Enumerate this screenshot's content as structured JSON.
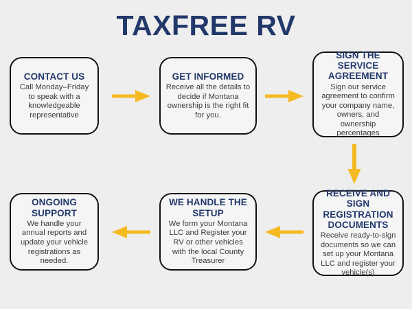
{
  "page": {
    "background_color": "#eeeeee",
    "title": "TAXFREE RV",
    "title_color": "#22386b"
  },
  "colors": {
    "navy": "#22386b",
    "arrow_gold": "#f5b921",
    "box_border": "#111111",
    "box_fill": "#f5f5f5",
    "body_text": "#3b3b3b"
  },
  "flow": {
    "steps": [
      {
        "id": "contact-us",
        "title": "CONTACT US",
        "body": "Call Monday–Friday to speak with a knowledgeable representative"
      },
      {
        "id": "get-informed",
        "title": "GET INFORMED",
        "body": "Receive all the details to decide if Montana ownership is the right fit for you."
      },
      {
        "id": "sign-agreement",
        "title": "SIGN THE SERVICE AGREEMENT",
        "body": "Sign our service agreement to confirm your company name, owners, and ownership percentages"
      },
      {
        "id": "receive-sign",
        "title": "RECEIVE AND SIGN REGISTRATION DOCUMENTS",
        "body": "Receive ready-to-sign documents so we can set up your Montana LLC and register your vehicle(s)"
      },
      {
        "id": "we-handle",
        "title": "WE HANDLE THE SETUP",
        "body": "We form your Montana LLC and Register your RV or other vehicles with the local County Treasurer"
      },
      {
        "id": "ongoing-support",
        "title": "ONGOING SUPPORT",
        "body": "We handle your annual reports and update your vehicle registrations as needed."
      }
    ],
    "connectors": [
      {
        "id": "contact-to-informed",
        "direction": "right"
      },
      {
        "id": "informed-to-sign",
        "direction": "right"
      },
      {
        "id": "sign-to-receive",
        "direction": "down"
      },
      {
        "id": "receive-to-handle",
        "direction": "left"
      },
      {
        "id": "handle-to-ongoing",
        "direction": "left"
      }
    ]
  }
}
